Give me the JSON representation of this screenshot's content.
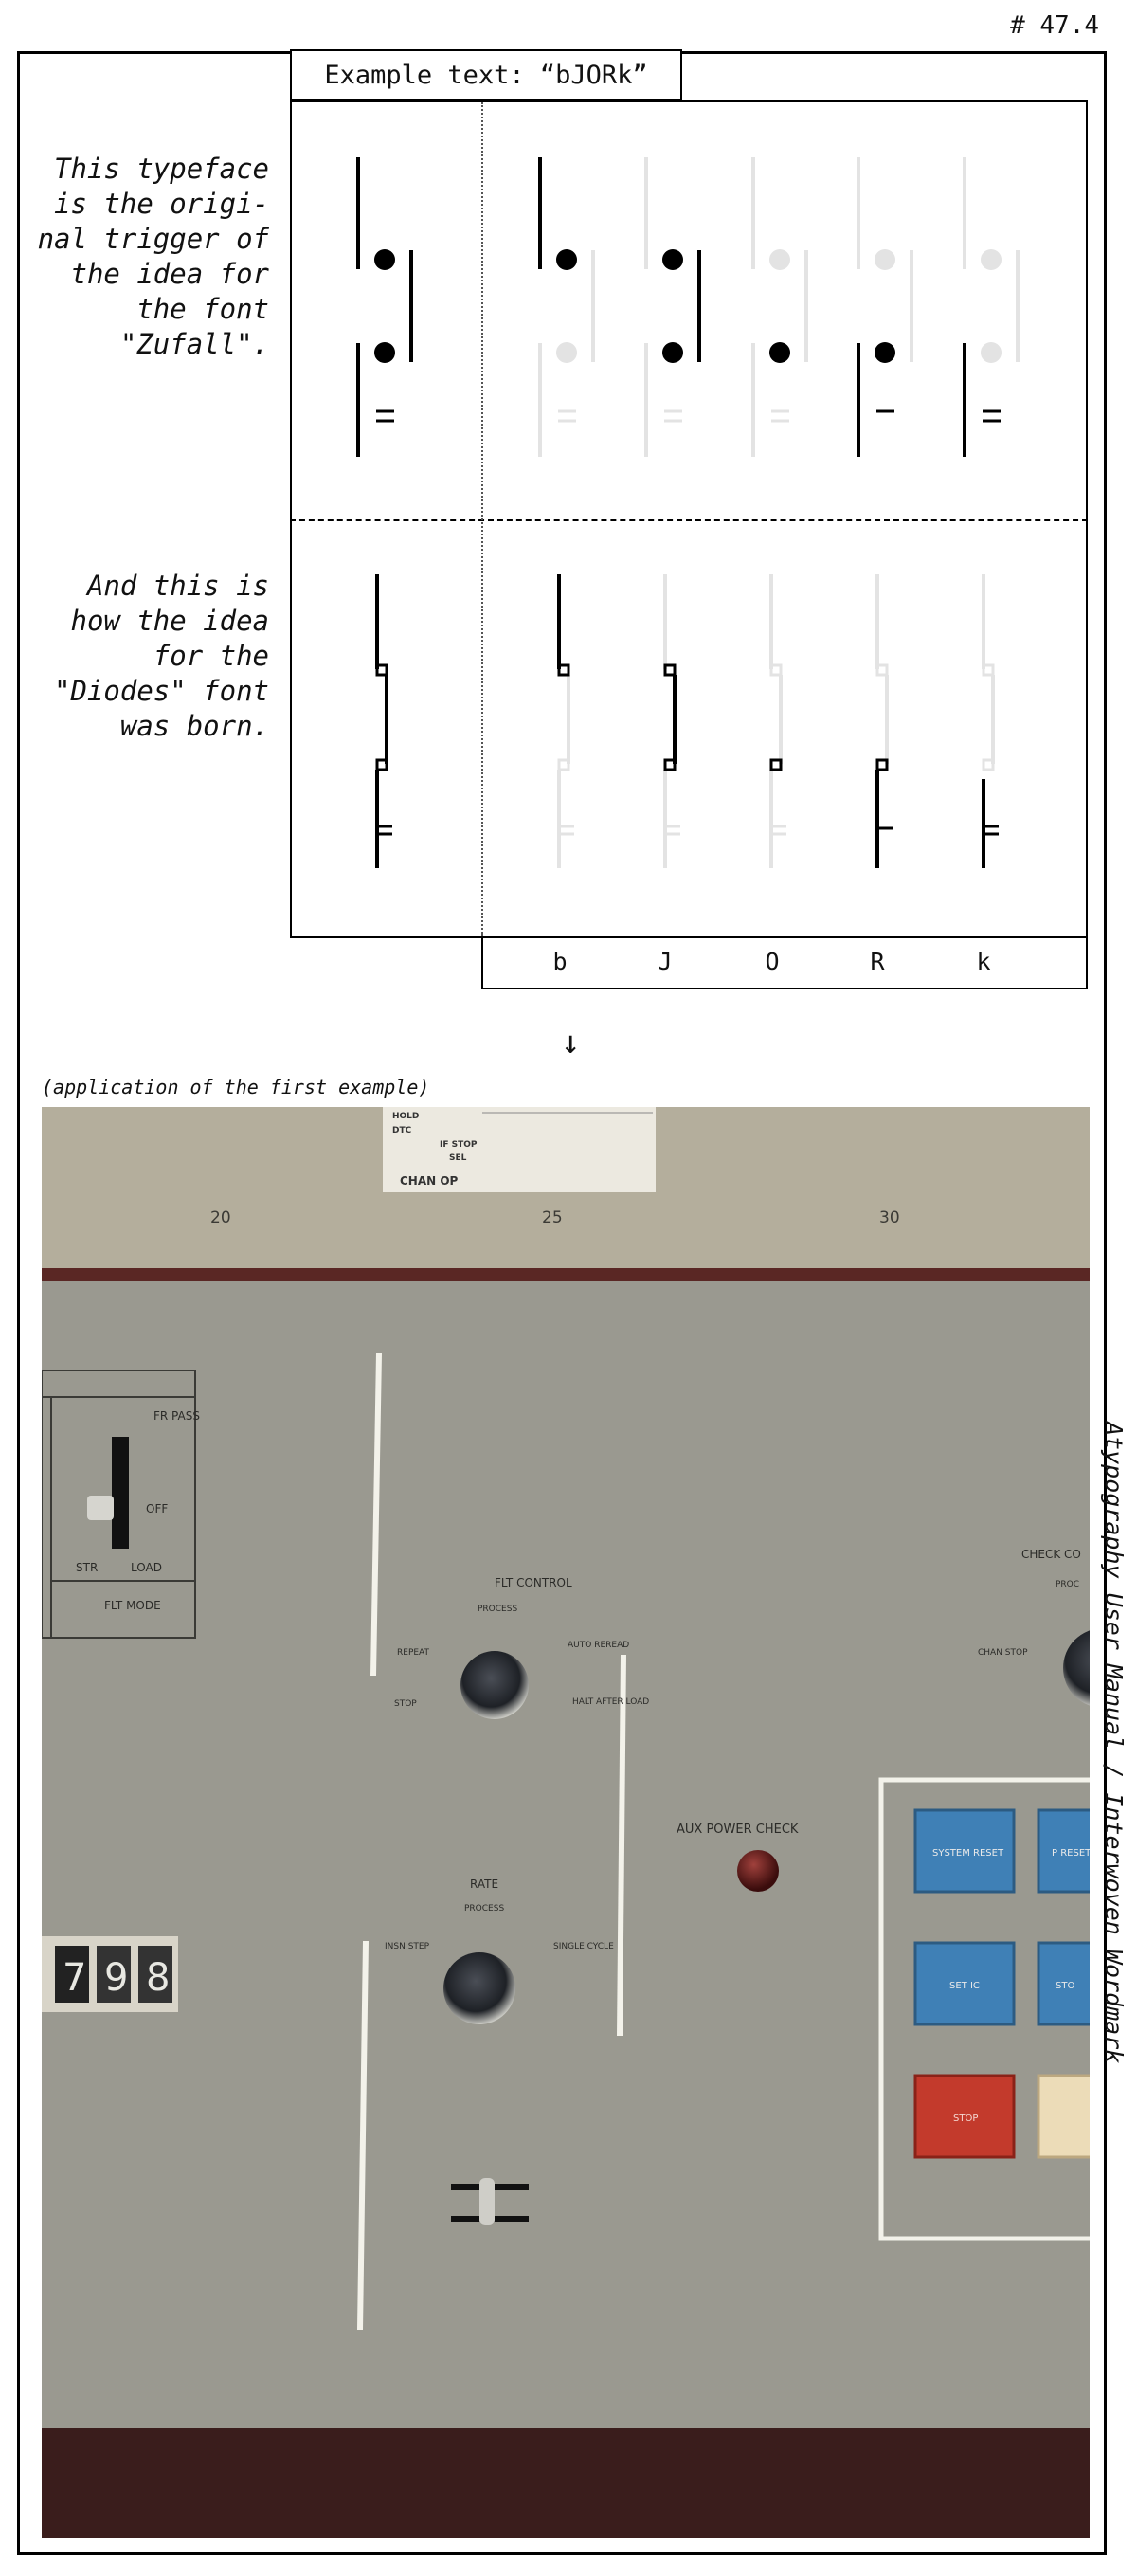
{
  "page_number": "# 47.4",
  "side_title": "Atypography User Manual / Interwoven Wordmark",
  "example_tab": "Example text: “bJORk”",
  "desc_zufall": "This typeface is the original trigger of the idea for the font \"Zufall\".",
  "desc_zufall_lines": [
    "This typeface",
    "is the origi-",
    "nal trigger of",
    "the idea for",
    "the font",
    "\"Zufall\"."
  ],
  "desc_diodes_lines": [
    "And this is",
    "how the idea",
    "for the",
    "\"Diodes\" font",
    "was born."
  ],
  "letters": [
    "b",
    "J",
    "O",
    "R",
    "k"
  ],
  "arrow": "↓",
  "caption": "(application of the first example)",
  "photo": {
    "scale_numbers": [
      "20",
      "25",
      "30"
    ],
    "chart_rows": [
      "HOLD",
      "DTC",
      "IF STOP",
      "SEL",
      "CHAN OP"
    ],
    "flt_mode": {
      "title": "FLT MODE",
      "top": "FR PASS",
      "right": "OFF",
      "bottom_left": "STR",
      "bottom_right": "LOAD"
    },
    "flt_control": {
      "title": "FLT CONTROL",
      "top": "PROCESS",
      "left": "REPEAT",
      "right": "AUTO REREAD",
      "bottom_left": "STOP",
      "bottom_right": "HALT AFTER LOAD"
    },
    "rate": {
      "title": "RATE",
      "top": "PROCESS",
      "left": "INSN STEP",
      "right": "SINGLE CYCLE"
    },
    "check_control": {
      "title": "CHECK CO",
      "top": "PROC",
      "left": "CHAN STOP"
    },
    "aux_power": "AUX POWER CHECK",
    "counter_digits": [
      "7",
      "9",
      "8"
    ],
    "buttons": [
      "SYSTEM RESET",
      "P RESET",
      "SET IC",
      "STO",
      "STOP",
      ""
    ]
  }
}
